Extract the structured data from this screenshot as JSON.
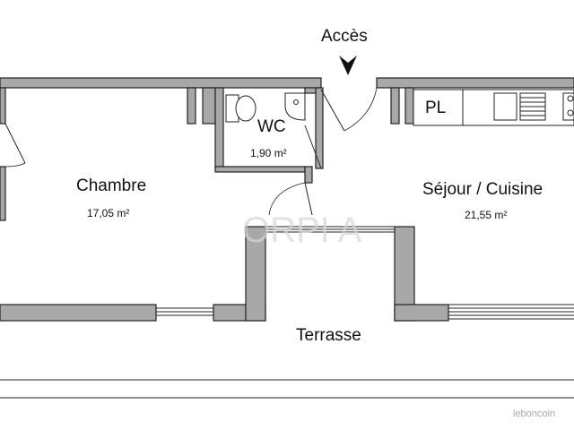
{
  "plan": {
    "access_label": "Accès",
    "rooms": [
      {
        "name": "Chambre",
        "area": "17,05 m²"
      },
      {
        "name": "WC",
        "area": "1,90 m²"
      },
      {
        "name": "Séjour / Cuisine",
        "area": "21,55 m²"
      }
    ],
    "terrace_label": "Terrasse",
    "fixture_pl": "PL",
    "colors": {
      "wall_fill": "#a8a8a8",
      "line": "#222222",
      "background": "#ffffff"
    }
  },
  "watermark": {
    "text": "leboncoin"
  }
}
